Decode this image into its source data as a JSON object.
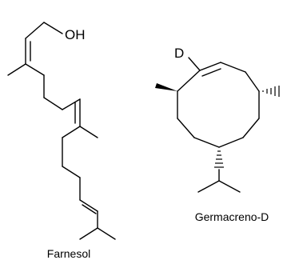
{
  "farnesol": {
    "atom_label": "OH",
    "name": "Farnesol"
  },
  "germacrene": {
    "atom_label": "D",
    "name": "Germacreno-D"
  },
  "colors": {
    "ink": "#000000",
    "background": "#ffffff"
  }
}
